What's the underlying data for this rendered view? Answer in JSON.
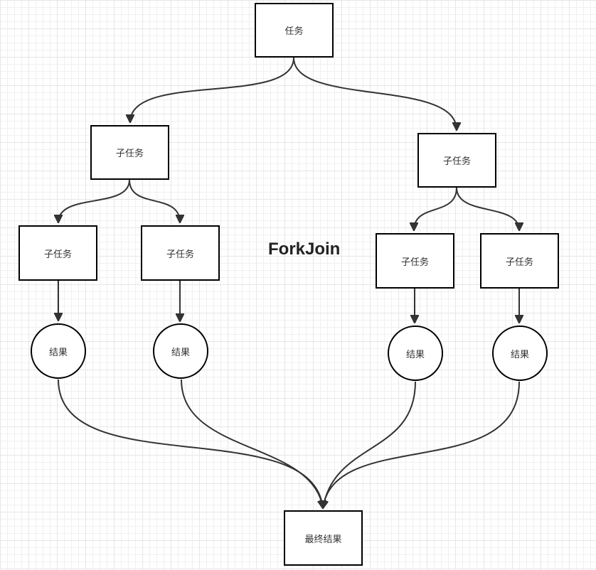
{
  "diagram": {
    "title": "ForkJoin",
    "colors": {
      "stroke": "#333333",
      "node_border": "#000000",
      "node_fill": "#ffffff",
      "grid": "#e6e6e6"
    },
    "nodes": {
      "task": {
        "label": "任务",
        "shape": "rectangle"
      },
      "subtask_left": {
        "label": "子任务",
        "shape": "rectangle"
      },
      "subtask_right": {
        "label": "子任务",
        "shape": "rectangle"
      },
      "subtask_left_1": {
        "label": "子任务",
        "shape": "rectangle"
      },
      "subtask_left_2": {
        "label": "子任务",
        "shape": "rectangle"
      },
      "subtask_right_1": {
        "label": "子任务",
        "shape": "rectangle"
      },
      "subtask_right_2": {
        "label": "子任务",
        "shape": "rectangle"
      },
      "result_1": {
        "label": "结果",
        "shape": "circle"
      },
      "result_2": {
        "label": "结果",
        "shape": "circle"
      },
      "result_3": {
        "label": "结果",
        "shape": "circle"
      },
      "result_4": {
        "label": "结果",
        "shape": "circle"
      },
      "final_result": {
        "label": "最终结果",
        "shape": "rectangle"
      }
    },
    "edges": [
      {
        "from": "task",
        "to": "subtask_left"
      },
      {
        "from": "task",
        "to": "subtask_right"
      },
      {
        "from": "subtask_left",
        "to": "subtask_left_1"
      },
      {
        "from": "subtask_left",
        "to": "subtask_left_2"
      },
      {
        "from": "subtask_right",
        "to": "subtask_right_1"
      },
      {
        "from": "subtask_right",
        "to": "subtask_right_2"
      },
      {
        "from": "subtask_left_1",
        "to": "result_1"
      },
      {
        "from": "subtask_left_2",
        "to": "result_2"
      },
      {
        "from": "subtask_right_1",
        "to": "result_3"
      },
      {
        "from": "subtask_right_2",
        "to": "result_4"
      },
      {
        "from": "result_1",
        "to": "final_result"
      },
      {
        "from": "result_2",
        "to": "final_result"
      },
      {
        "from": "result_3",
        "to": "final_result"
      },
      {
        "from": "result_4",
        "to": "final_result"
      }
    ]
  }
}
